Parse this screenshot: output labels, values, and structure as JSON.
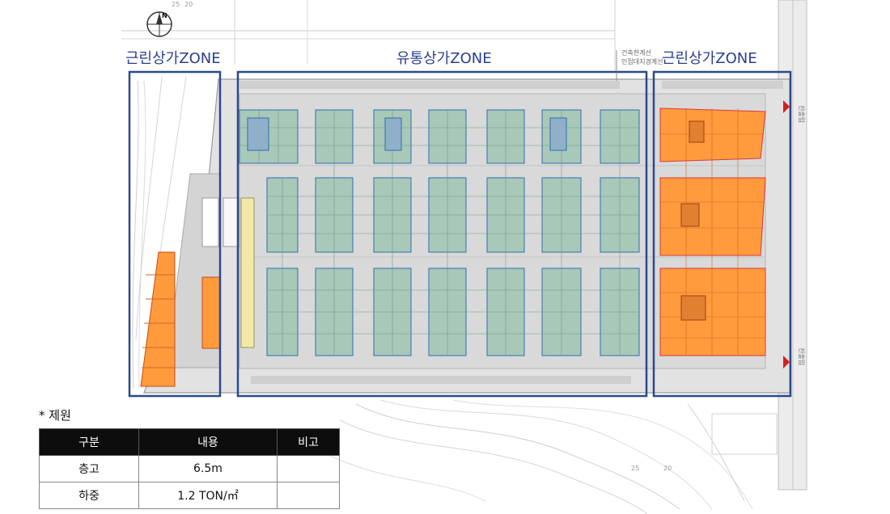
{
  "zones": [
    {
      "label": "근린상가ZONE"
    },
    {
      "label": "유통상가ZONE"
    },
    {
      "label": "근린상가ZONE"
    }
  ],
  "compass": {
    "label": "N",
    "icon": "north-arrow-icon"
  },
  "annotation": {
    "line1": "건축한계선",
    "line2": "인접대지경계선"
  },
  "contours": {
    "label_a": "25",
    "label_b": "20",
    "label_c": "25",
    "label_d": "20"
  },
  "road_labels": {
    "top": "진출입",
    "bottom": "진출입"
  },
  "colors": {
    "zone_border": "#2a4a8c",
    "retail_unit": "#a8c8b8",
    "retail_unit_border": "#2f6fb0",
    "neighborhood_unit": "#ff9b3d",
    "neighborhood_unit_border": "#e0353a",
    "circulation": "#d8d8d8",
    "lobby": "#f2e8a8"
  },
  "spec": {
    "title": "* 제원",
    "headers": [
      "구분",
      "내용",
      "비고"
    ],
    "rows": [
      [
        "층고",
        "6.5m",
        ""
      ],
      [
        "하중",
        "1.2 TON/㎡",
        ""
      ]
    ]
  }
}
